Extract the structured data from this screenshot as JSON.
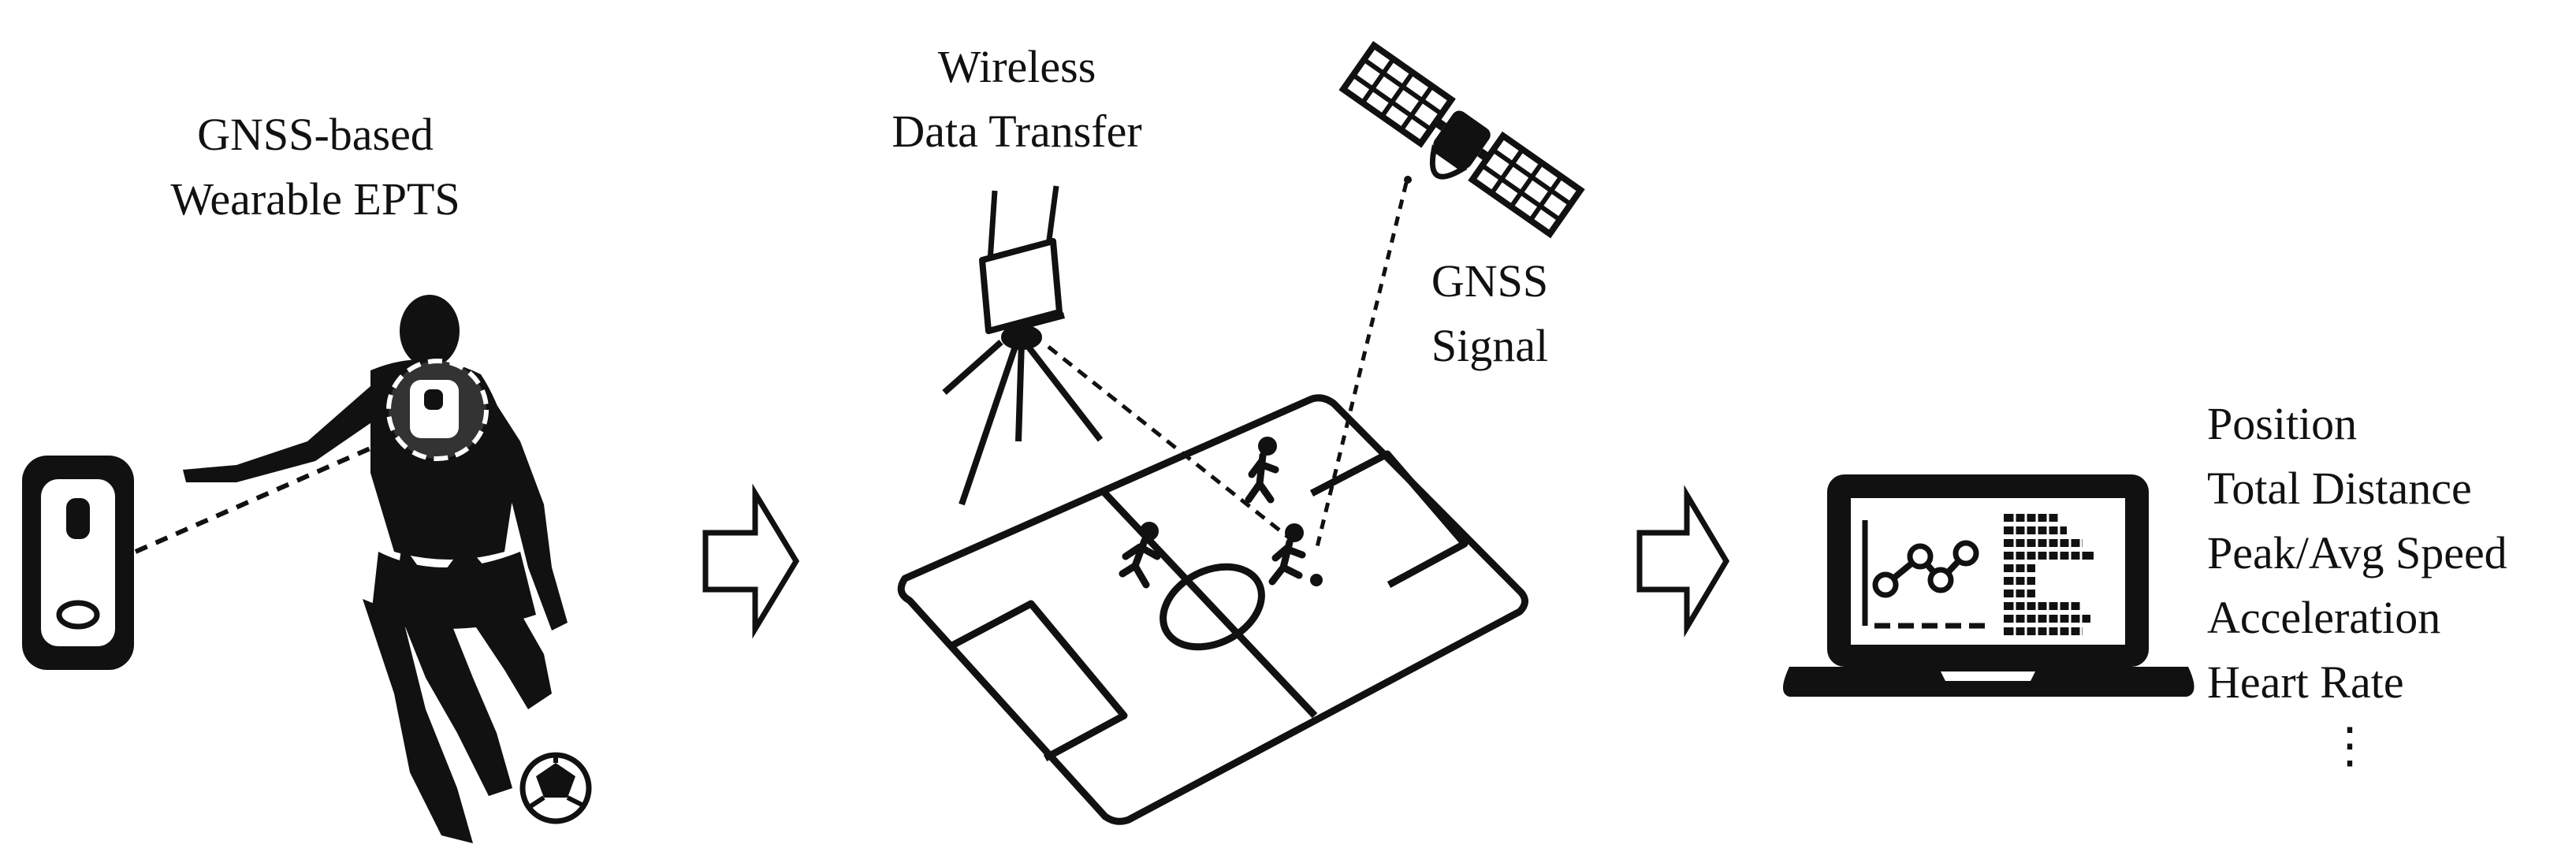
{
  "labels": {
    "wearable": [
      "GNSS-based",
      "Wearable EPTS"
    ],
    "wireless": [
      "Wireless",
      "Data Transfer"
    ],
    "gnss": [
      "GNSS",
      "Signal"
    ]
  },
  "metrics": [
    "Position",
    "Total Distance",
    "Peak/Avg Speed",
    "Acceleration",
    "Heart Rate"
  ],
  "metrics_more": "⋮",
  "icons": [
    "wearable-device-icon",
    "soccer-player-icon",
    "arrow-right-icon",
    "wireless-router-icon",
    "tripod-icon",
    "soccer-field-icon",
    "satellite-icon",
    "laptop-icon",
    "line-chart-icon",
    "bar-chart-icon"
  ]
}
